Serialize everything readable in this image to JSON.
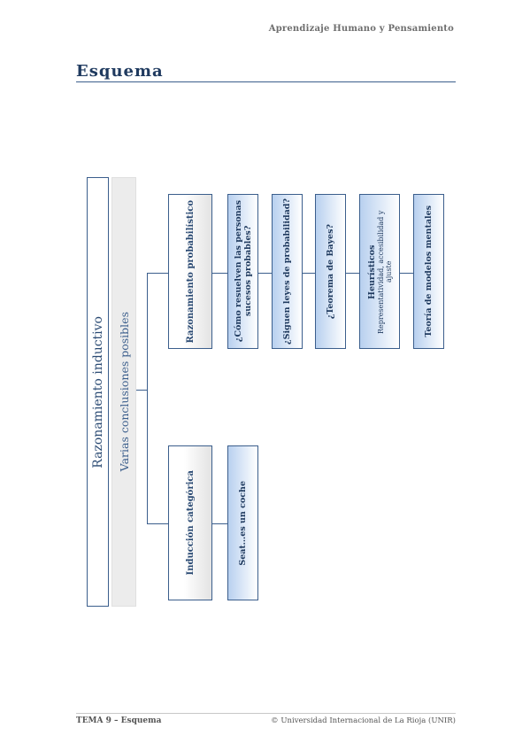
{
  "header": {
    "title": "Aprendizaje Humano y Pensamiento"
  },
  "section": {
    "heading": "Esquema"
  },
  "diagram": {
    "main": "Razonamiento inductivo",
    "sub": "Varias conclusiones posibles",
    "branch1": {
      "label": "Razonamiento probabilístico",
      "items": [
        {
          "line1": "¿Cómo resuelven las personas",
          "line2": "sucesos probables?"
        },
        {
          "line1": "¿Siguen leyes de probabilidad?"
        },
        {
          "line1": "¿Teorema de Bayes?"
        },
        {
          "line1": "Heurísticos",
          "line2": "Representatividad, accesibilidad y ajuste"
        },
        {
          "line1": "Teoría de modelos mentales"
        }
      ]
    },
    "branch2": {
      "label": "Inducción categórica",
      "items": [
        {
          "line1": "Seat…es un coche"
        }
      ]
    }
  },
  "footer": {
    "left": "TEMA 9 – Esquema",
    "right": "© Universidad Internacional de La Rioja (UNIR)"
  }
}
